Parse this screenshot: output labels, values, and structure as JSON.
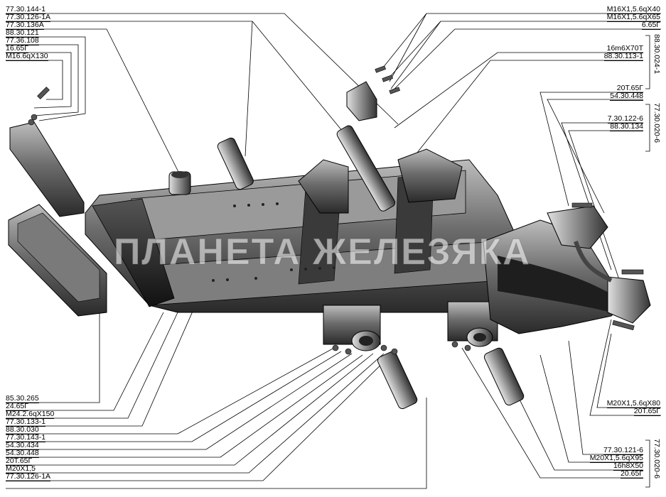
{
  "watermark": "ПЛАНЕТА ЖЕЛЕЗЯКА",
  "labels_top_left": [
    "77.30.144-1",
    "77.30.126-1А",
    "77.30.136А",
    "88.30.121",
    "77.36.108",
    "16.65Г",
    "М16.6qX130"
  ],
  "labels_top_right": [
    "М16Х1,5.6qX40",
    "М16Х1,5.6qX65",
    "6.65Г"
  ],
  "labels_right_mid": [
    "16m6X70T",
    "88.30.113-1",
    "20Т.65Г",
    "54.30.448",
    "7.30.122-6",
    "88.30.134"
  ],
  "group_right_1": "88.30.024-1",
  "group_right_2": "77.30.020-6",
  "labels_bottom_left": [
    "85.30.265",
    "24.65Г",
    "М24.2.6qX150",
    "77.30.133-1",
    "88.30.030",
    "77.30.143-1",
    "54.30.434",
    "54.30.448",
    "20Т.65Г",
    "М20Х1,5",
    "77.30.126-1А"
  ],
  "labels_bottom_right": [
    "М20Х1,5.6qX80",
    "20Т.65Г",
    "77.30.121-6",
    "М20Х1,5.6qX95",
    "16h8X50",
    "20.65Г"
  ],
  "group_bottom_right": "77.30.020-6"
}
